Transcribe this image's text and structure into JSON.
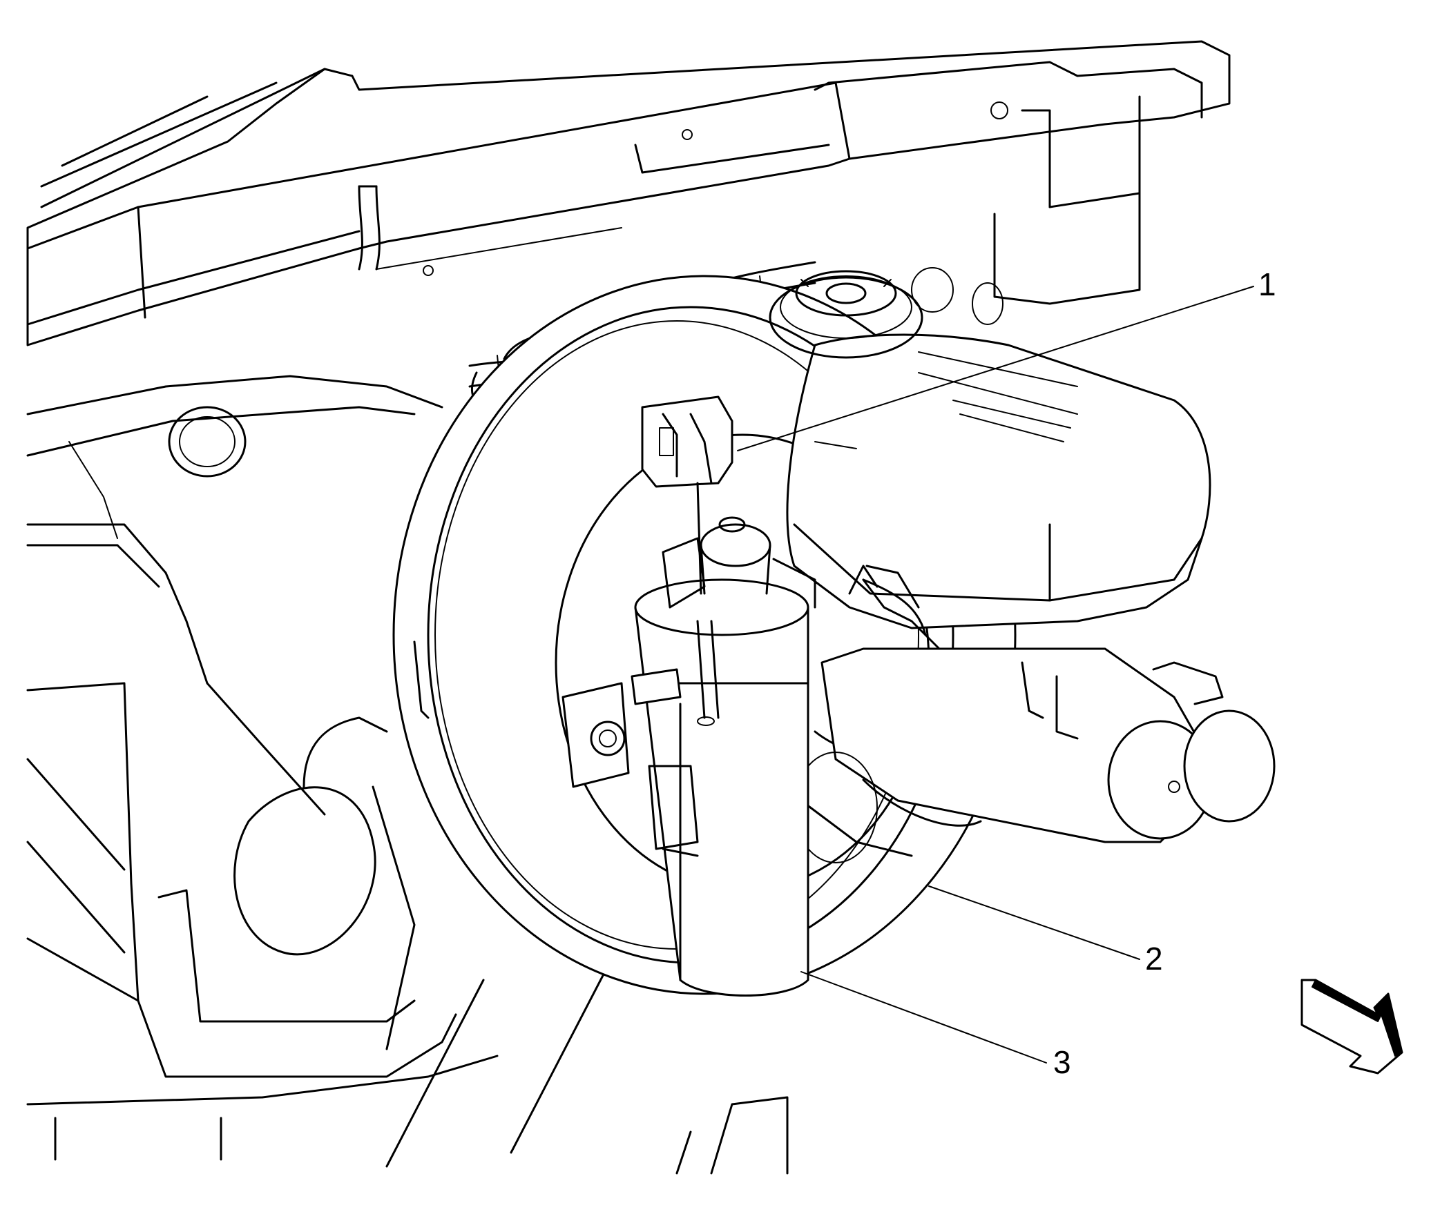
{
  "callouts": [
    {
      "label": "1",
      "part": "brake-fluid-level-sensor-connector"
    },
    {
      "label": "2",
      "part": "brake-booster"
    },
    {
      "label": "3",
      "part": "vacuum-pump"
    }
  ],
  "direction_arrow_icon": "front-of-vehicle-arrow-icon",
  "colors": {
    "line": "#000000",
    "background": "#ffffff"
  }
}
